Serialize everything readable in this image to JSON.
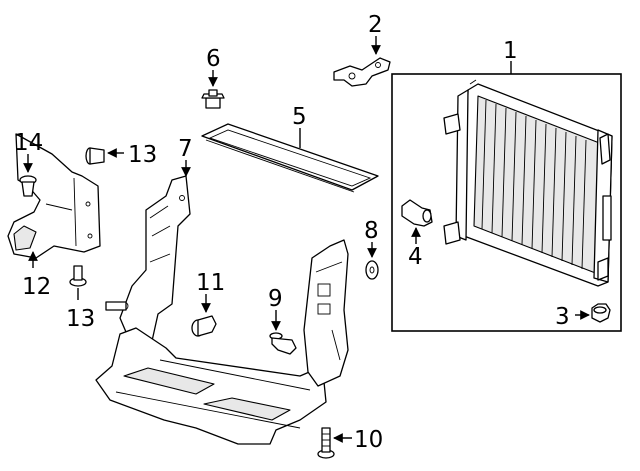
{
  "callouts": {
    "c1": "1",
    "c2": "2",
    "c3": "3",
    "c4": "4",
    "c5": "5",
    "c6": "6",
    "c7": "7",
    "c8": "8",
    "c9": "9",
    "c10": "10",
    "c11": "11",
    "c12": "12",
    "c13a": "13",
    "c13b": "13",
    "c14": "14"
  }
}
